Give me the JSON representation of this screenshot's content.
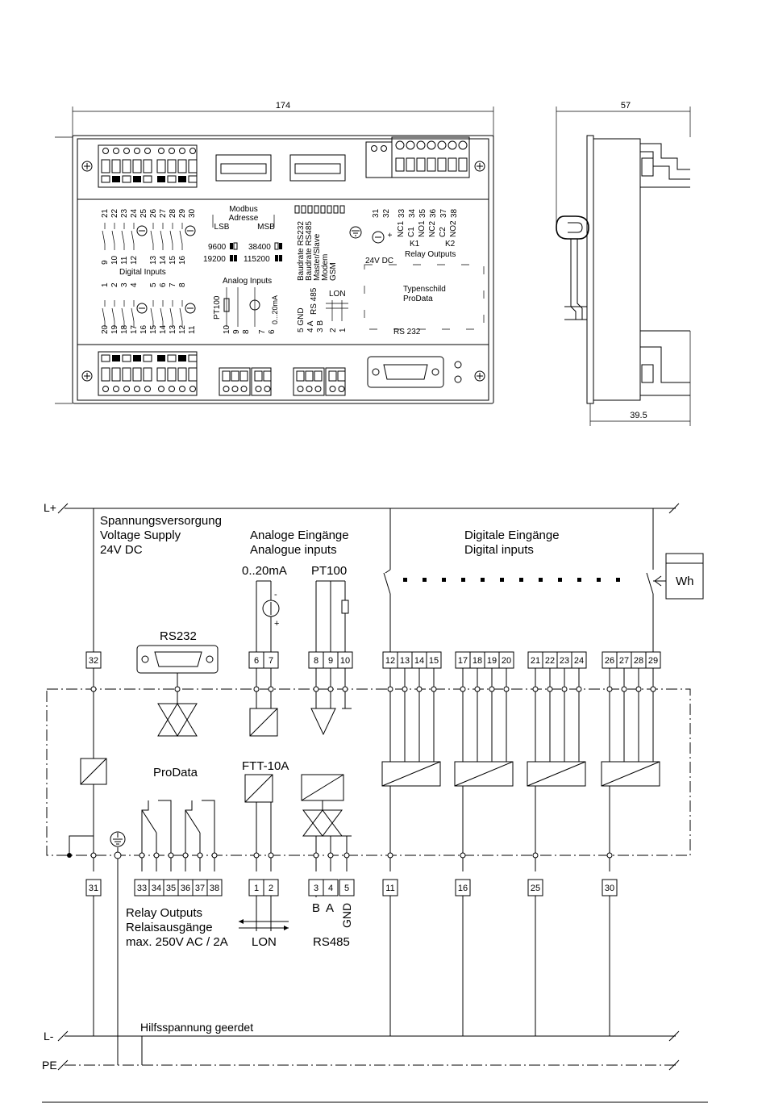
{
  "dimensions": {
    "width_front": "174",
    "width_side": "57",
    "depth_side": "39.5"
  },
  "top_view": {
    "modbus_label": [
      "Modbus",
      "Adresse"
    ],
    "lsb": "LSB",
    "msb": "MSB",
    "baud_9600": "9600",
    "baud_19200": "19200",
    "baud_38400": "38400",
    "baud_115200": "115200",
    "digital_inputs": "Digital Inputs",
    "analog_inputs": "Analog Inputs",
    "pt100": "PT100",
    "ma": "0...20mA",
    "config_labels": [
      "Baudrate RS232",
      "Baudrate RS485",
      "Master/Slave",
      "Modem",
      "GSM"
    ],
    "relay_top_nums": [
      "31",
      "32",
      "33",
      "34",
      "35",
      "36",
      "37",
      "38"
    ],
    "relay_names": [
      "+",
      "NC1",
      "C1",
      "NO1",
      "NC2",
      "C2",
      "NO2"
    ],
    "k1": "K1",
    "k2": "K2",
    "v24": "24V DC",
    "relay_outputs": "Relay Outputs",
    "typenschild": [
      "Typenschild",
      "ProData"
    ],
    "rs232": "RS 232",
    "lon": "LON",
    "rs485_side": "RS 485",
    "gnd_a_b": [
      "5 GND",
      "4 A",
      "3 B"
    ],
    "lon_nums": [
      "2",
      "1"
    ],
    "di_top_a": [
      "21",
      "22",
      "23",
      "24",
      "25"
    ],
    "di_top_b": [
      "26",
      "27",
      "28",
      "29",
      "30"
    ],
    "di_bot_a": [
      "9",
      "10",
      "11",
      "12"
    ],
    "di_bot_b": [
      "13",
      "14",
      "15",
      "16"
    ],
    "di2_top_a": [
      "1",
      "2",
      "3",
      "4"
    ],
    "di2_top_b": [
      "5",
      "6",
      "7",
      "8"
    ],
    "di2_bot_a": [
      "20",
      "19",
      "18",
      "17",
      "16"
    ],
    "di2_bot_b": [
      "15",
      "14",
      "13",
      "12",
      "11"
    ],
    "ai_nums": [
      "10",
      "9",
      "8",
      "7",
      "6"
    ]
  },
  "schematic": {
    "l_plus": "L+",
    "l_minus": "L-",
    "pe": "PE",
    "supply": [
      "Spannungsversorgung",
      "Voltage Supply",
      "24V DC"
    ],
    "analog": [
      "Analoge Eingänge",
      "Analogue inputs"
    ],
    "digital": [
      "Digitale Eingänge",
      "Digital inputs"
    ],
    "ma": "0..20mA",
    "pt100": "PT100",
    "wh": "Wh",
    "rs232": "RS232",
    "prodata": "ProData",
    "ftt": "FTT-10A",
    "relay_text": [
      "Relay Outputs",
      "Relaisausgänge",
      "max. 250V AC / 2A"
    ],
    "lon": "LON",
    "rs485": "RS485",
    "b": "B",
    "a": "A",
    "gnd": "GND",
    "aux": "Hilfsspannung geerdet",
    "t32": "32",
    "t31": "31",
    "t_analog": [
      "6",
      "7",
      "8",
      "9",
      "10"
    ],
    "t_di": [
      "12",
      "13",
      "14",
      "15",
      "17",
      "18",
      "19",
      "20",
      "21",
      "22",
      "23",
      "24",
      "26",
      "27",
      "28",
      "29"
    ],
    "t_relay": [
      "33",
      "34",
      "35",
      "36",
      "37",
      "38"
    ],
    "t_lon": [
      "1",
      "2"
    ],
    "t_rs485": [
      "3",
      "4",
      "5"
    ],
    "t_common": [
      "11",
      "16",
      "25",
      "30"
    ]
  }
}
